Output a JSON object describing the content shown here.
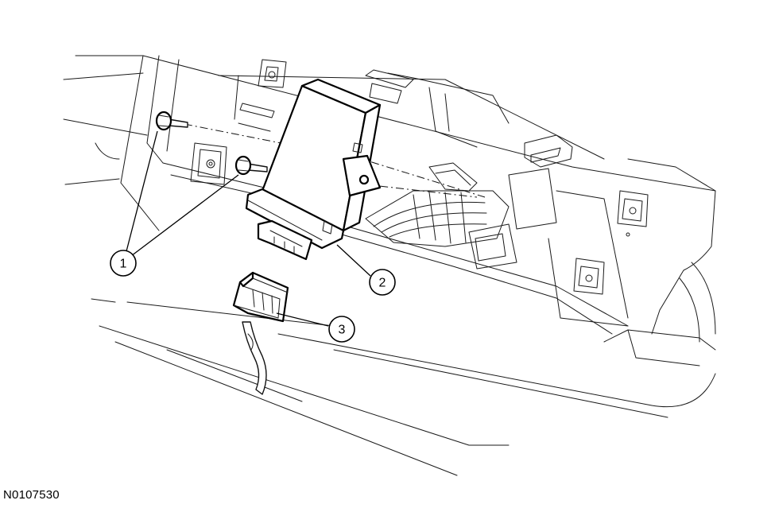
{
  "figure_id": "N0107530",
  "callouts": [
    {
      "label": "1",
      "part": "bolt"
    },
    {
      "label": "2",
      "part": "module"
    },
    {
      "label": "3",
      "part": "electrical-connector"
    }
  ]
}
